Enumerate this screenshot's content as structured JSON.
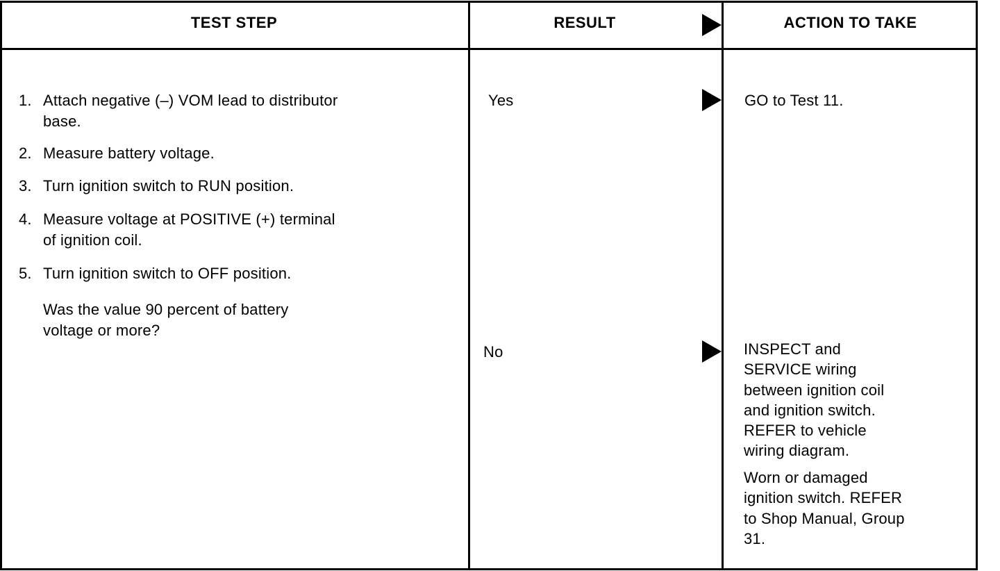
{
  "headers": {
    "test_step": "TEST STEP",
    "result": "RESULT",
    "action": "ACTION TO TAKE"
  },
  "steps": [
    {
      "num": "1.",
      "text": "Attach negative (–) VOM lead to distributor\nbase."
    },
    {
      "num": "2.",
      "text": "Measure battery voltage."
    },
    {
      "num": "3.",
      "text": "Turn ignition switch to RUN position."
    },
    {
      "num": "4.",
      "text": "Measure voltage at POSITIVE (+) terminal\nof ignition coil."
    },
    {
      "num": "5.",
      "text": "Turn ignition switch to OFF position."
    }
  ],
  "question": "Was the value 90 percent of battery\nvoltage or more?",
  "results": [
    {
      "label": "Yes",
      "actions": [
        "GO to Test 11."
      ]
    },
    {
      "label": "No",
      "actions": [
        "INSPECT and\nSERVICE wiring\nbetween ignition coil\nand ignition switch.\nREFER to vehicle\nwiring diagram.",
        "Worn or damaged\nignition switch. REFER\nto Shop Manual, Group\n31."
      ]
    }
  ]
}
